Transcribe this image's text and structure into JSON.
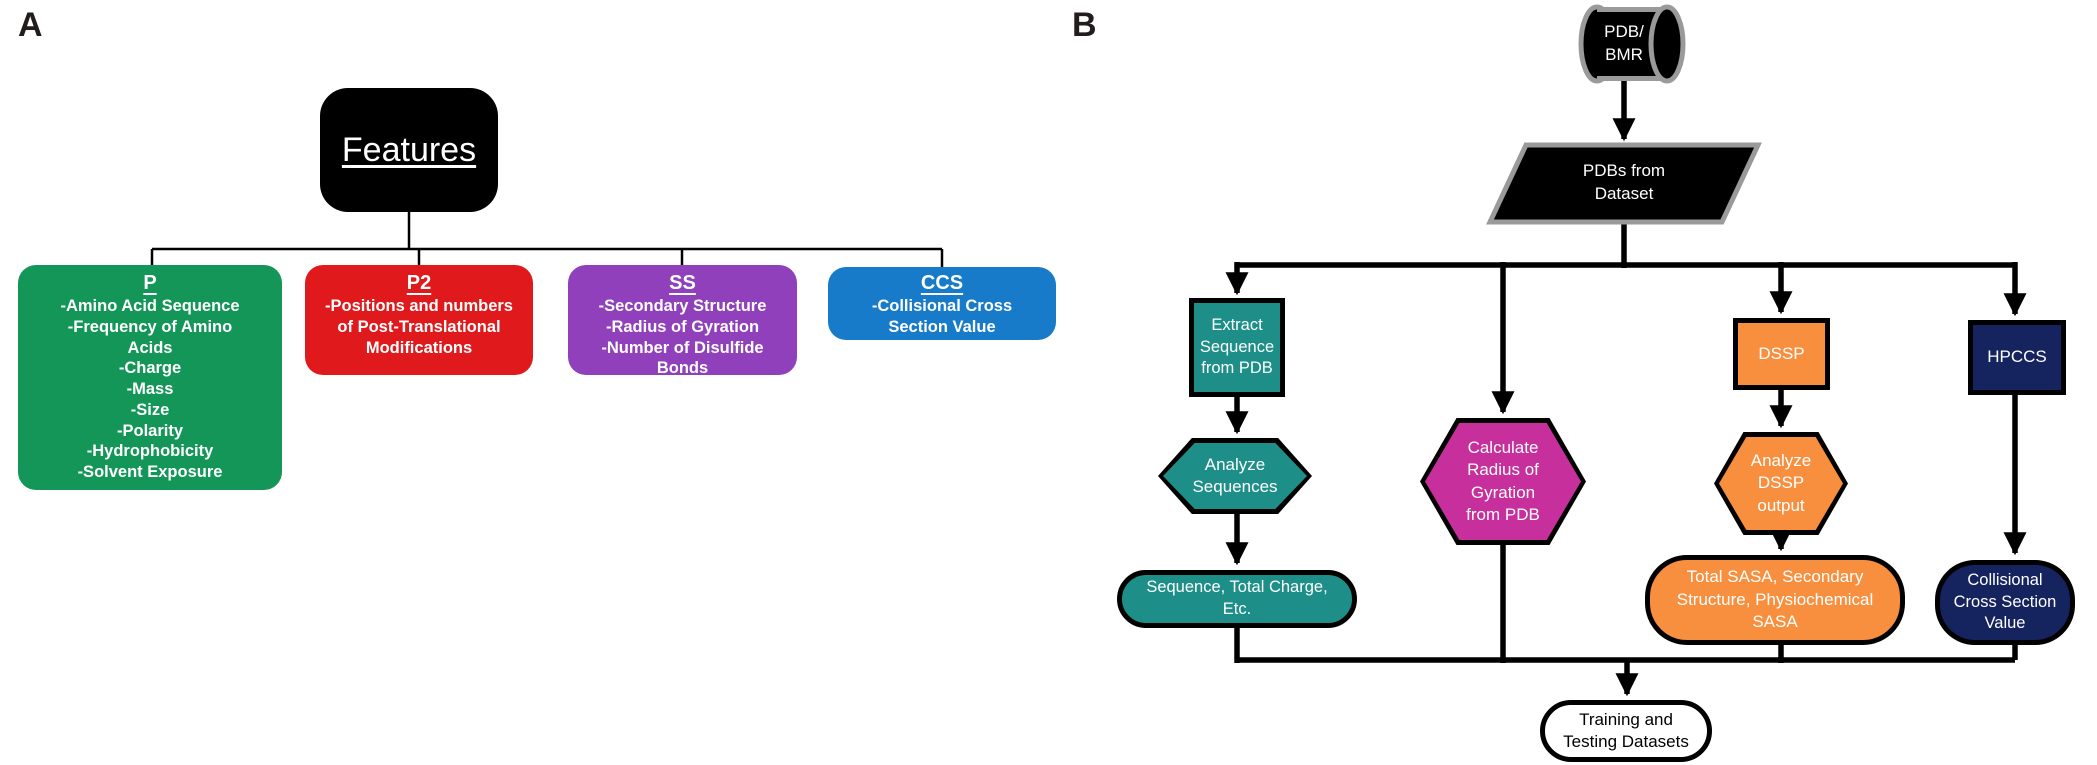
{
  "panel_a": {
    "label": "A",
    "root_title": "Features",
    "boxes": [
      {
        "id": "P",
        "title": "P",
        "items": [
          "-Amino Acid Sequence",
          "-Frequency of Amino\nAcids",
          "-Charge",
          "-Mass",
          "-Size",
          "-Polarity",
          "-Hydrophobicity",
          "-Solvent Exposure"
        ]
      },
      {
        "id": "P2",
        "title": "P2",
        "items": [
          "-Positions and numbers\nof Post-Translational\nModifications"
        ]
      },
      {
        "id": "SS",
        "title": "SS",
        "items": [
          "-Secondary Structure",
          "-Radius of Gyration",
          "-Number of Disulfide\nBonds"
        ]
      },
      {
        "id": "CCS",
        "title": "CCS",
        "items": [
          "-Collisional Cross\nSection Value"
        ]
      }
    ]
  },
  "panel_b": {
    "label": "B",
    "nodes": {
      "database": "PDB/\nBMR",
      "dataset": "PDBs from\nDataset",
      "extract": "Extract\nSequence\nfrom PDB",
      "analyze_sequences": "Analyze\nSequences",
      "sequence_result": "Sequence, Total Charge,\nEtc.",
      "calculate_rog": "Calculate\nRadius of\nGyration\nfrom PDB",
      "dssp": "DSSP",
      "analyze_dssp": "Analyze\nDSSP\noutput",
      "sasa_result": "Total SASA, Secondary\nStructure, Physiochemical\nSASA",
      "hpccs": "HPCCS",
      "ccs_result": "Collisional\nCross Section\nValue",
      "output": "Training and\nTesting Datasets"
    }
  },
  "colors": {
    "green": "#149659",
    "red": "#e01a1c",
    "purple": "#9040ba",
    "blue": "#177bc9",
    "teal": "#1d8f88",
    "magenta": "#c62f9c",
    "orange": "#f78f3e",
    "navy": "#15235e",
    "black": "#000000",
    "outline_gray": "#9a9a9a",
    "white": "#ffffff"
  }
}
